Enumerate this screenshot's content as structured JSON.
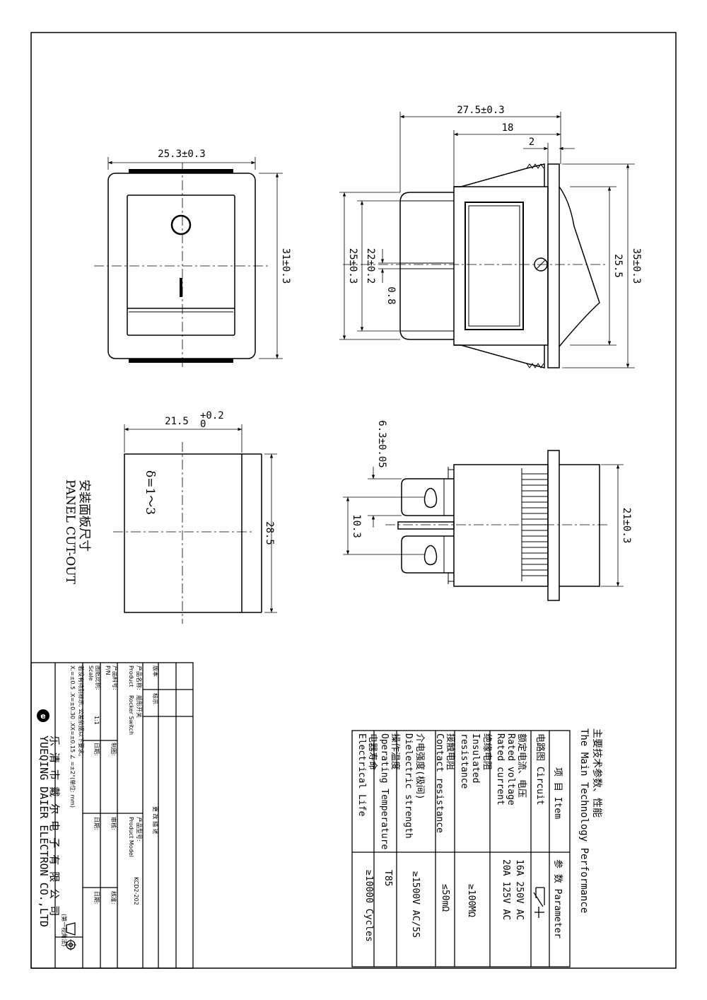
{
  "front_view": {
    "width_dim": "25.3±0.3",
    "height_dim": "31±0.3"
  },
  "side_view": {
    "total_depth_dim": "27.5±0.3",
    "depth_dim": "18",
    "flange_dim": "2",
    "overall_height_dim": "35±0.3",
    "bezel_height_dim": "25.5",
    "body_height_dim": "25±0.3",
    "terminal_span_dim": "22±0.2",
    "terminal_thick_dim": "0.8"
  },
  "bottom_view": {
    "terminal_width_dim": "6.3±0.05",
    "terminal_pitch_dim": "10.3",
    "body_width_dim": "21±0.3"
  },
  "panel_cutout": {
    "width_dim": "21.5",
    "tol_upper": "+0.2",
    "tol_lower": "0",
    "height_dim": "28.5",
    "thickness": "δ=1～3",
    "title_cn": "安装面板尺寸",
    "title_en": "PANEL CUT-OUT"
  },
  "spec_table": {
    "title_cn": "主要技术参数、性能",
    "title_en": "The Main Technology Performance",
    "header_item": "项 目 Item",
    "header_param": "参 数 Parameter",
    "rows": [
      {
        "item": [
          "电路图 Circuit"
        ],
        "value": []
      },
      {
        "item": [
          "额定电流、电压",
          "Rated voltage",
          "Rated current"
        ],
        "value": [
          "16A 250V AC",
          "20A 125V AC"
        ]
      },
      {
        "item": [
          "绝缘电阻",
          "Insulated",
          "resistance"
        ],
        "value": [
          "≥100MΩ"
        ]
      },
      {
        "item": [
          "接触电阻",
          "Contact resistance"
        ],
        "value": [
          "≤50mΩ"
        ]
      },
      {
        "item": [
          "介电强度(极间)",
          "Dielectric strength"
        ],
        "value": [
          "≥1500V AC/5S"
        ]
      },
      {
        "item": [
          "操作温度",
          "Operating Temperature"
        ],
        "value": [
          "T85"
        ]
      },
      {
        "item": [
          "电器寿命",
          "Electrical Life"
        ],
        "value": [
          "≥10000 Cycles"
        ]
      }
    ]
  },
  "title_block": {
    "company_cn": "乐 清 市 戴 尔 电 子 有 限 公 司",
    "company_en": "YUEQING DAIER ELECTRON CO.,LTD",
    "product_name_label": "产品名称:",
    "product_name_cn": "船形开关",
    "product_name_en": "Rocker Switch",
    "product_label_en": "Product",
    "pn_label": "产品料号:",
    "pn_label_en": "P/N",
    "scale_label": "图纸比例:",
    "scale_label_en": "Scale",
    "scale_value": "1:1",
    "tolerance_note": "若没有特别标示, 公差依据以下要求。",
    "tolerance_values": "X.=±0.5  .X=±0.30  .XX=±0.15  ∠ =±2°(单位: mm)",
    "projection": "(第一视角法)",
    "model_label": "产品型号:",
    "model_label_en": "Product Model",
    "model_value": "KCD2-202",
    "version_label": "版本",
    "mark_label": "标示",
    "change_label": "更 改 描 述",
    "drawn_label": "制图:",
    "review_label": "审核:",
    "approve_label": "核准:",
    "date_label": "日期:"
  }
}
